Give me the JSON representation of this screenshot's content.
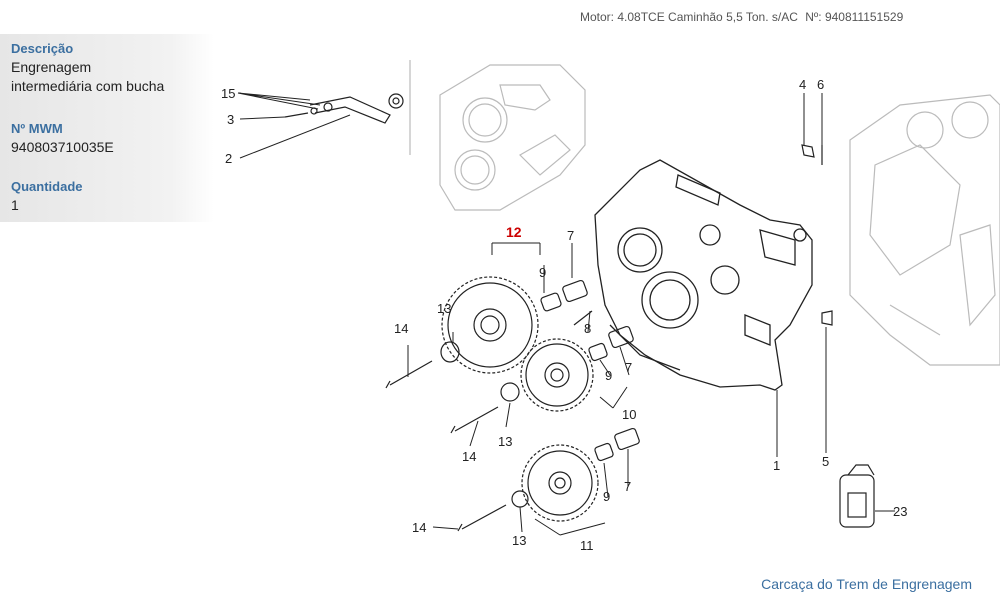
{
  "header": {
    "motor_label": "Motor: 4.08TCE Caminhão 5,5 Ton. s/AC",
    "part_number_label": "Nº: 940811151529"
  },
  "part_info": {
    "description_label": "Descrição",
    "description_value_line1": "Engrenagem",
    "description_value_line2": "intermediária com bucha",
    "mwm_label": "Nº MWM",
    "mwm_value": "940803710035E",
    "quantity_label": "Quantidade",
    "quantity_value": "1"
  },
  "diagram": {
    "callouts": {
      "c15": "15",
      "c3": "3",
      "c2": "2",
      "c4": "4",
      "c6": "6",
      "c12": "12",
      "c7a": "7",
      "c9a": "9",
      "c13a": "13",
      "c14a": "14",
      "c8": "8",
      "c9b": "9",
      "c7b": "7",
      "c10": "10",
      "c14b": "14",
      "c13b": "13",
      "c9c": "9",
      "c7c": "7",
      "c1": "1",
      "c5": "5",
      "c14c": "14",
      "c13c": "13",
      "c11": "11",
      "c23": "23"
    },
    "highlight_color": "#cc0000"
  },
  "footer": {
    "section_title": "Carcaça do Trem de Engrenagem"
  }
}
